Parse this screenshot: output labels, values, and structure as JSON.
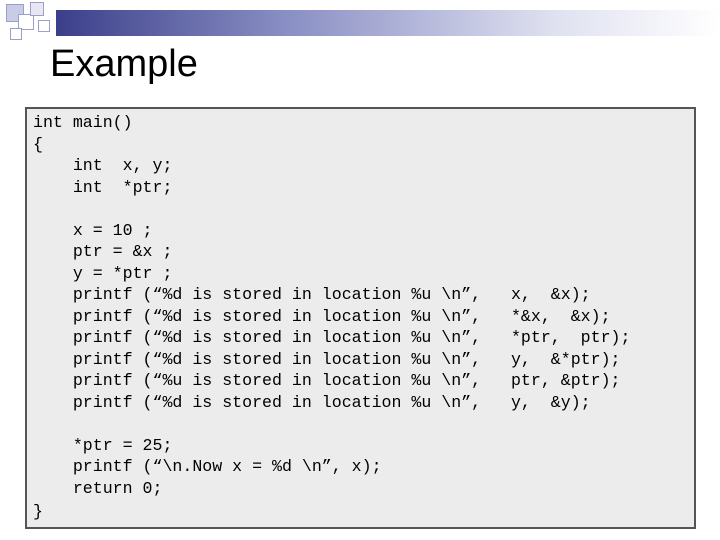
{
  "slide": {
    "title": "Example",
    "code_lines": [
      "int main()",
      "{",
      "    int  x, y;",
      "    int  *ptr;",
      "",
      "    x = 10 ;",
      "    ptr = &x ;",
      "    y = *ptr ;",
      "    printf (“%d is stored in location %u \\n”,   x,  &x);",
      "    printf (“%d is stored in location %u \\n”,   *&x,  &x);",
      "    printf (“%d is stored in location %u \\n”,   *ptr,  ptr);",
      "    printf (“%d is stored in location %u \\n”,   y,  &*ptr);",
      "    printf (“%u is stored in location %u \\n”,   ptr, &ptr);",
      "    printf (“%d is stored in location %u \\n”,   y,  &y);",
      "",
      "    *ptr = 25;",
      "    printf (“\\n.Now x = %d \\n”, x);",
      "    return 0;",
      "}"
    ]
  }
}
